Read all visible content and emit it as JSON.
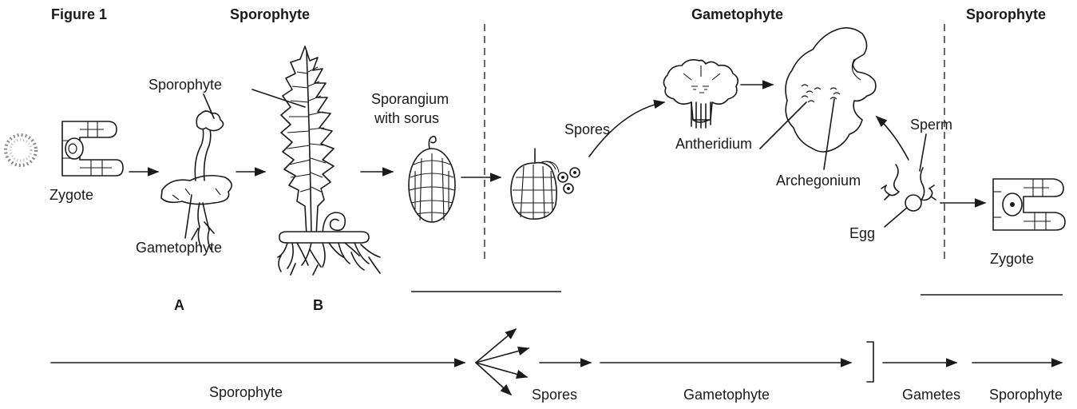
{
  "figure": {
    "title": "Figure 1",
    "phase_headers": {
      "sporophyte_left": "Sporophyte",
      "gametophyte": "Gametophyte",
      "sporophyte_right": "Sporophyte"
    },
    "labels": {
      "zygote_left": "Zygote",
      "sporophyte_small": "Sporophyte",
      "gametophyte_small": "Gametophyte",
      "panel_a": "A",
      "panel_b": "B",
      "sporangium_line1": "Sporangium",
      "sporangium_line2": "with sorus",
      "spores": "Spores",
      "antheridium": "Antheridium",
      "archegonium": "Archegonium",
      "sperm": "Sperm",
      "egg": "Egg",
      "zygote_right": "Zygote"
    },
    "flow_labels": {
      "sporophyte": "Sporophyte",
      "spores": "Spores",
      "gametophyte": "Gametophyte",
      "gametes": "Gametes",
      "sporophyte_end": "Sporophyte"
    }
  }
}
